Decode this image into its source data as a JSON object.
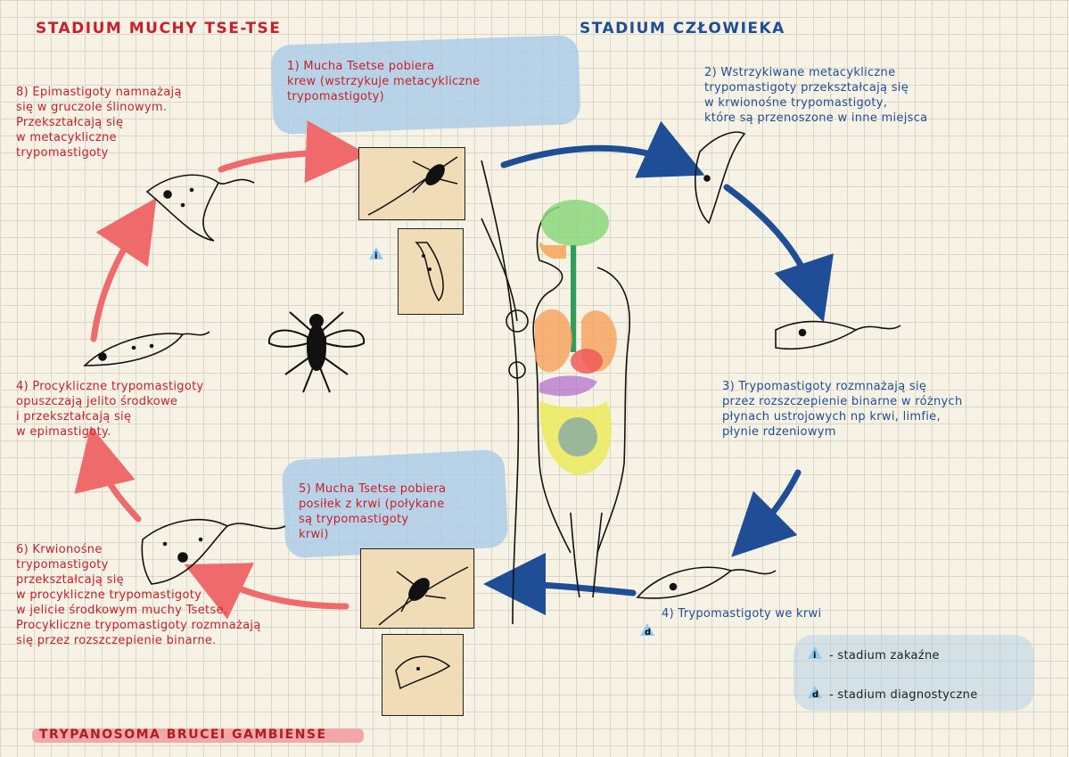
{
  "titles": {
    "fly_stage": "STADIUM MUCHY TSE-TSE",
    "human_stage": "STADIUM CZŁOWIEKA",
    "organism": "TRYPANOSOMA BRUCEI GAMBIENSE"
  },
  "steps": {
    "s1": "1) Mucha Tsetse pobiera\nkrew (wstrzykuje metacykliczne\ntrypomastigoty)",
    "s2": "2) Wstrzykiwane metacykliczne\ntrypomastigoty przekształcają się\nw krwionośne trypomastigoty,\nktóre są przenoszone w inne miejsca",
    "s3": "3) Trypomastigoty rozmnażają się\nprzez rozszczepienie binarne w różnych\npłynach ustrojowych np krwi, limfie,\npłynie rdzeniowym",
    "s4h": "4) Trypomastigoty we krwi",
    "s5": "5) Mucha Tsetse pobiera\nposiłek z krwi (połykane\nsą trypomastigoty\nkrwi)",
    "s6": "6) Krwionośne\ntrypomastigoty\nprzekształcają się\nw procykliczne trypomastigoty\nw jelicie środkowym muchy Tsetse.\nProcykliczne trypomastigoty rozmnażają\nsię przez rozszczepienie binarne.",
    "s7": "4) Procykliczne trypomastigoty\nopuszczają jelito środkowe\ni przekształcają się\nw epimastigoty.",
    "s8": "8) Epimastigoty namnażają\nsię w gruczole ślinowym.\nPrzekształcają się\nw metacykliczne\ntrypomastigoty"
  },
  "legend": {
    "i_symbol": "i",
    "i_label": "- stadium zakaźne",
    "d_symbol": "d",
    "d_label": "- stadium diagnostyczne"
  },
  "badges": {
    "infective": "i",
    "diagnostic": "d"
  },
  "colors": {
    "red": "#c8202a",
    "blue": "#1f4e96",
    "arrow_red": "#ef6a6a",
    "highlight": "#a9cbe8"
  }
}
